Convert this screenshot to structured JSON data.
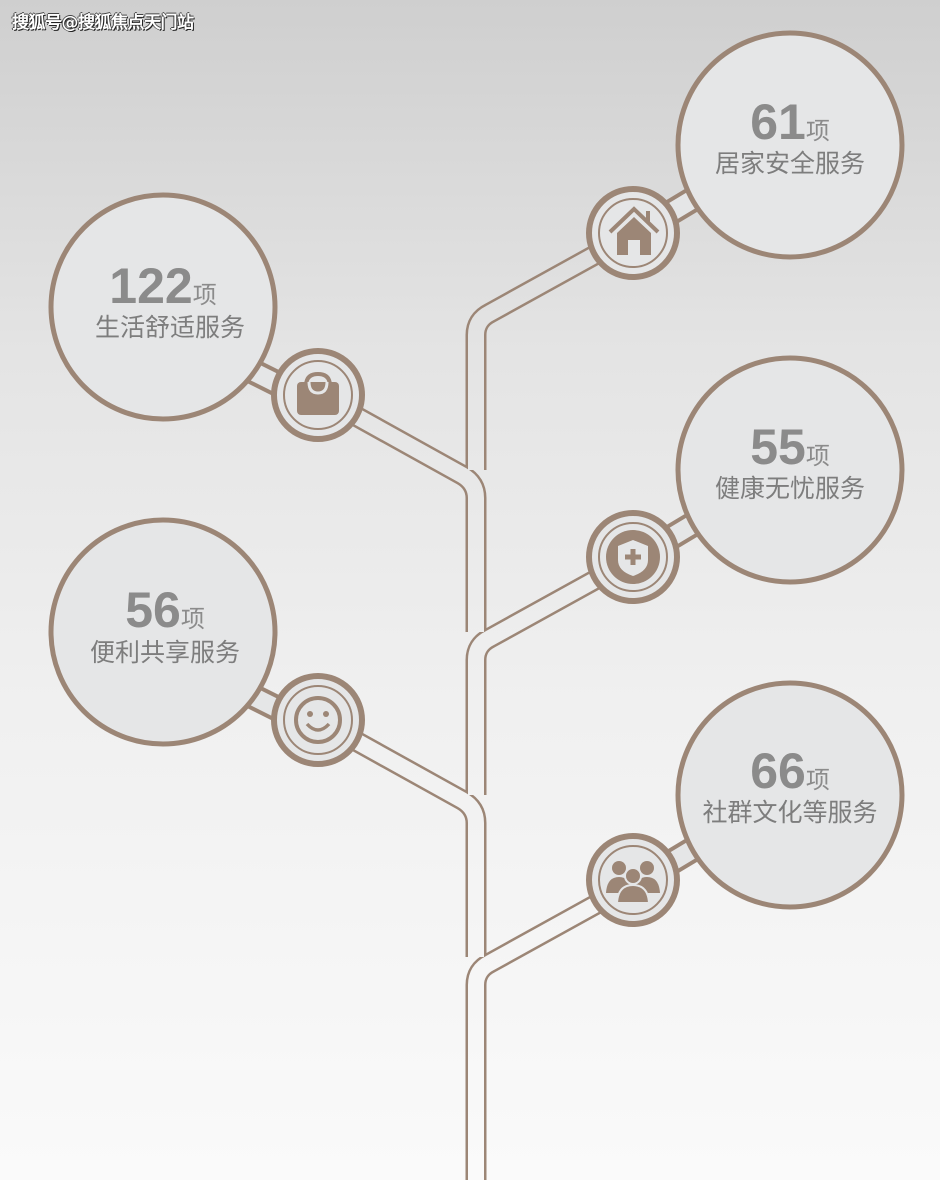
{
  "watermark": "搜狐号@搜狐焦点天门站",
  "colors": {
    "accent": "#9c8676",
    "circle_fill": "#e5e6e7",
    "text": "#8b8b8b"
  },
  "services": [
    {
      "count": "122",
      "unit": "项",
      "label": "生活舒适服务",
      "icon": "shopping-bag-icon"
    },
    {
      "count": "61",
      "unit": "项",
      "label": "居家安全服务",
      "icon": "house-icon"
    },
    {
      "count": "55",
      "unit": "项",
      "label": "健康无忧服务",
      "icon": "medical-shield-icon"
    },
    {
      "count": "56",
      "unit": "项",
      "label": "便利共享服务",
      "icon": "smiley-icon"
    },
    {
      "count": "66",
      "unit": "项",
      "label": "社群文化等服务",
      "icon": "people-group-icon"
    }
  ]
}
